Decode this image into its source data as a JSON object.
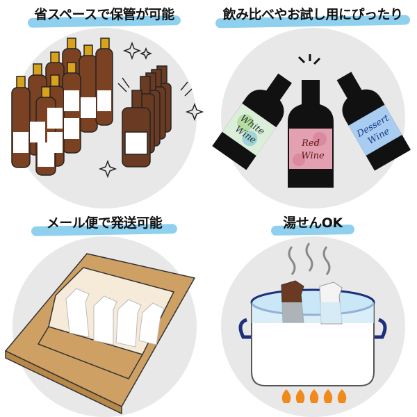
{
  "panels": [
    {
      "title": "省スペースで保管が可能"
    },
    {
      "title": "飲み比べやお試し用にぴったり",
      "labels": {
        "white": [
          "White",
          "Wine"
        ],
        "red": [
          "Red",
          "Wine"
        ],
        "dessert": [
          "Dessert",
          "Wine"
        ]
      }
    },
    {
      "title": "メール便で発送可能"
    },
    {
      "title": "湯せんOK"
    }
  ],
  "colors": {
    "circle": "#e8e8e8",
    "brush": "#8fd0ef",
    "bottle_brown": "#6b3a22",
    "cardboard": "#cfa064"
  }
}
